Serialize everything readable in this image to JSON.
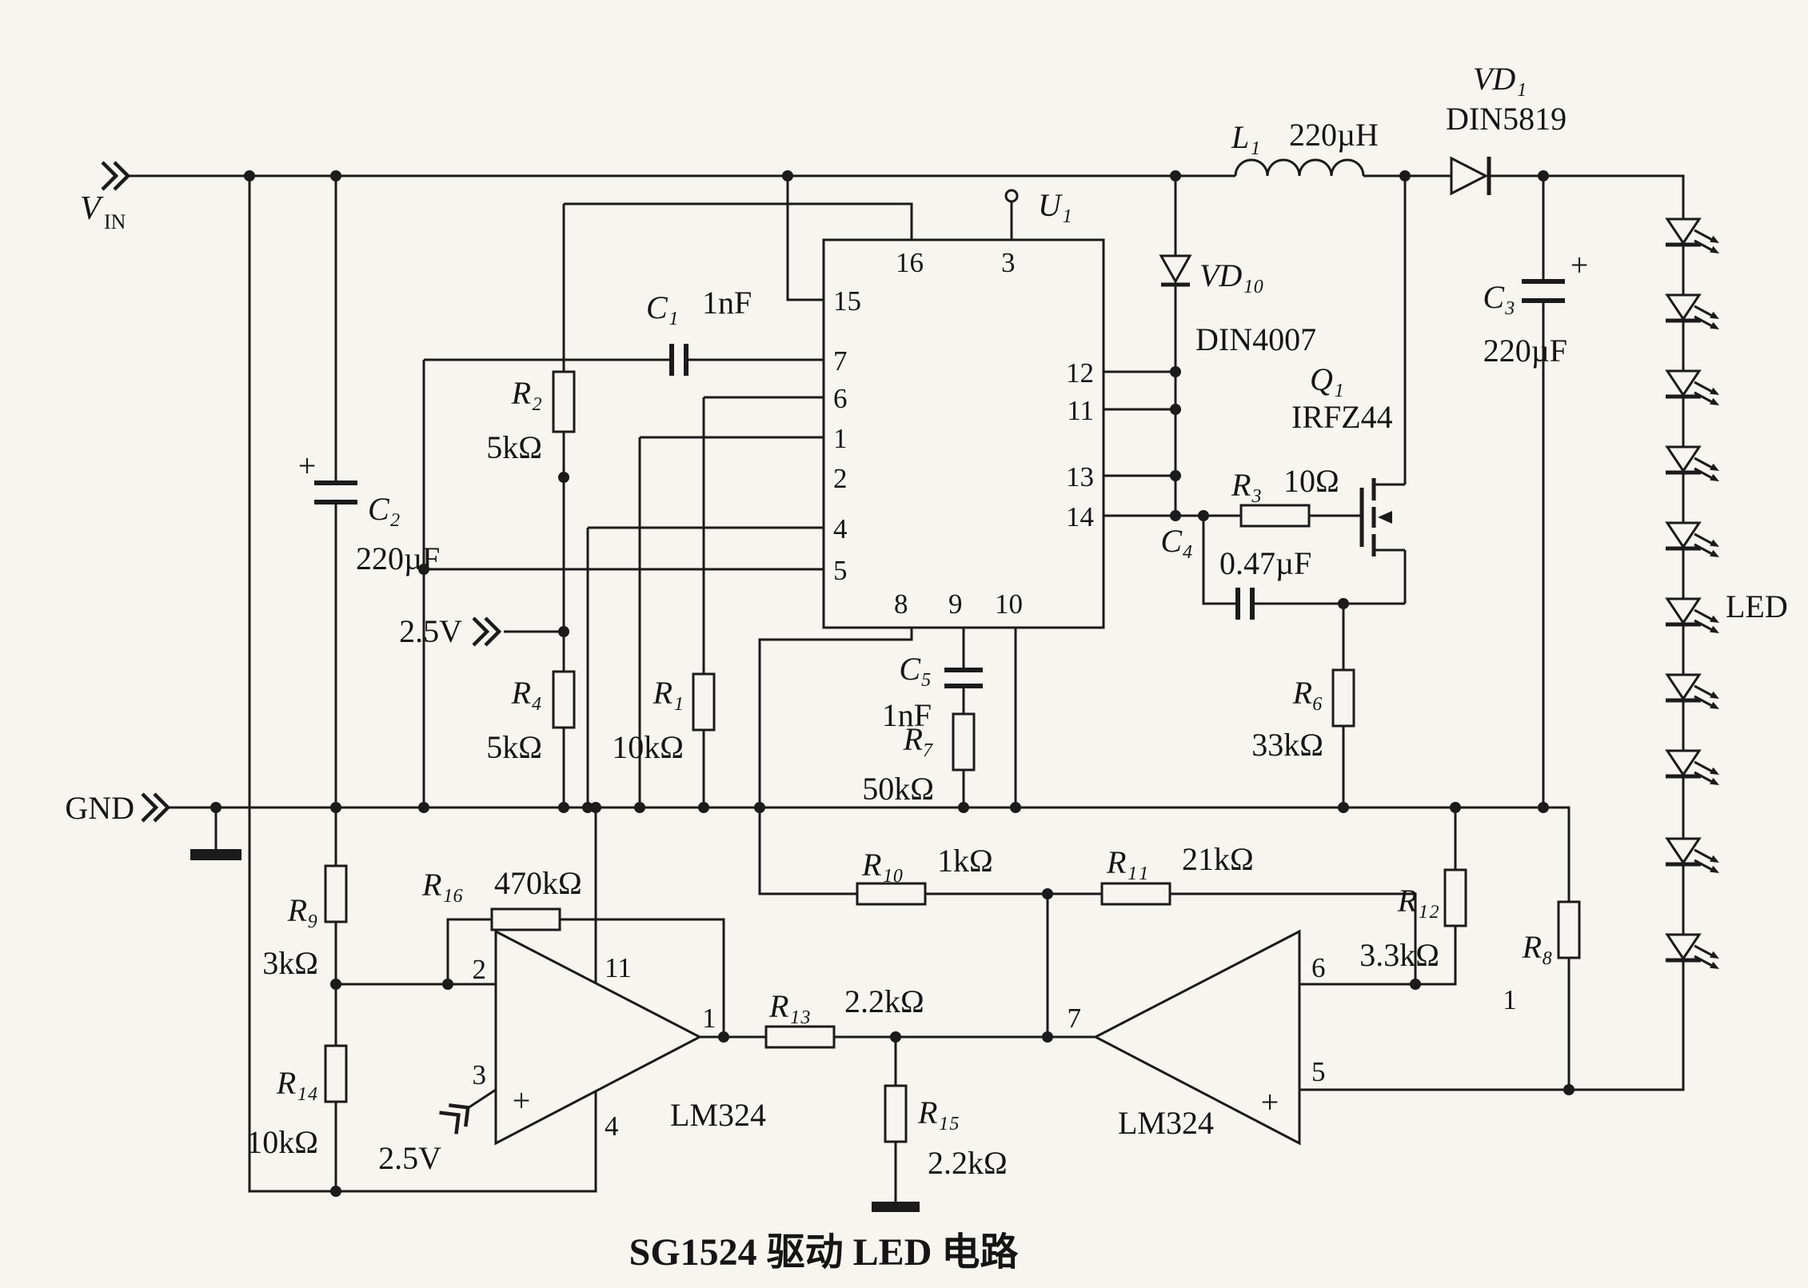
{
  "title": "SG1524 驱动 LED 电路",
  "inputs": {
    "vin_base": "V",
    "vin_sub": "IN",
    "gnd": "GND",
    "ref_top": "2.5V",
    "ref_bottom": "2.5V"
  },
  "ic_u1": {
    "name": "U₁",
    "pins": {
      "p16": "16",
      "p3": "3",
      "p15": "15",
      "p7": "7",
      "p6": "6",
      "p1": "1",
      "p2": "2",
      "p4": "4",
      "p5": "5",
      "p8": "8",
      "p9": "9",
      "p10": "10",
      "p12": "12",
      "p11": "11",
      "p13": "13",
      "p14": "14"
    }
  },
  "resistors": {
    "r1": {
      "name": "R₁",
      "value": "10kΩ"
    },
    "r2": {
      "name": "R₂",
      "value": "5kΩ"
    },
    "r3": {
      "name": "R₃",
      "value": "10Ω"
    },
    "r4": {
      "name": "R₄",
      "value": "5kΩ"
    },
    "r6": {
      "name": "R₆",
      "value": "33kΩ"
    },
    "r7": {
      "name": "R₇",
      "value": "50kΩ"
    },
    "r8": {
      "name": "R₈",
      "value": ""
    },
    "r9": {
      "name": "R₉",
      "value": "3kΩ"
    },
    "r10": {
      "name": "R₁₀",
      "value": "1kΩ"
    },
    "r11": {
      "name": "R₁₁",
      "value": "21kΩ"
    },
    "r12": {
      "name": "R₁₂",
      "value": "3.3kΩ"
    },
    "r13": {
      "name": "R₁₃",
      "value": "2.2kΩ"
    },
    "r14": {
      "name": "R₁₄",
      "value": "10kΩ"
    },
    "r15": {
      "name": "R₁₅",
      "value": "2.2kΩ"
    },
    "r16": {
      "name": "R₁₆",
      "value": "470kΩ"
    }
  },
  "capacitors": {
    "c1": {
      "name": "C₁",
      "value": "1nF"
    },
    "c2": {
      "name": "C₂",
      "value": "220µF",
      "polarity": "+"
    },
    "c3": {
      "name": "C₃",
      "value": "220µF",
      "polarity": "+"
    },
    "c4": {
      "name": "C₄",
      "value": "0.47µF"
    },
    "c5": {
      "name": "C₅",
      "value": "1nF"
    }
  },
  "inductor_l1": {
    "name": "L₁",
    "value": "220µH"
  },
  "diodes": {
    "vd1": {
      "name": "VD₁",
      "part": "DIN5819"
    },
    "vd10": {
      "name": "VD₁₀",
      "part": "DIN4007"
    }
  },
  "transistor_q1": {
    "name": "Q₁",
    "part": "IRFZ44"
  },
  "opamp1": {
    "part": "LM324",
    "pin_inverting": "2",
    "pin_noninverting": "3",
    "pin_output": "1",
    "pin_vcc": "11",
    "pin_gnd": "4",
    "plus_sign": "+"
  },
  "opamp2": {
    "part": "LM324",
    "pin_output": "7",
    "pin_inverting": "6",
    "pin_noninverting": "5",
    "plus_sign": "+"
  },
  "led_string": {
    "label": "LED",
    "count": 10
  },
  "annotations": {
    "note_1": "1"
  }
}
